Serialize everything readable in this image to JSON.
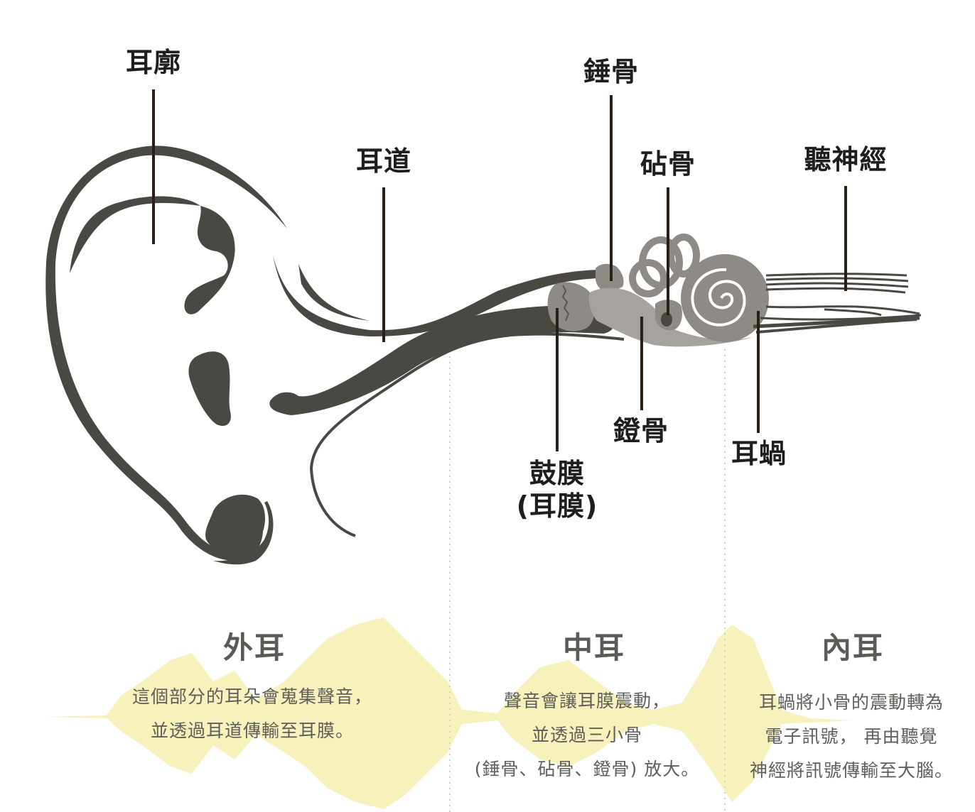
{
  "colors": {
    "ear_dark": "#4a4843",
    "middle_ear_gray": "#8e8a86",
    "middle_ear_light": "#a6a29e",
    "leader_line": "#2a2018",
    "label_text": "#1e1e1e",
    "section_title": "#5a5a56",
    "section_text": "#5e5e5a",
    "waveform": "#f6efb0",
    "divider": "#d0ccc6"
  },
  "labels": {
    "auricle": "耳廓",
    "ear_canal": "耳道",
    "malleus": "錘骨",
    "incus": "砧骨",
    "auditory_nerve": "聽神經",
    "stapes": "鐙骨",
    "cochlea": "耳蝸",
    "tympanum_line1": "鼓膜",
    "tympanum_line2": "(耳膜)"
  },
  "sections": {
    "outer": {
      "title": "外耳",
      "lines": [
        "這個部分的耳朵會蒐集聲音，",
        "並透過耳道傳輸至耳膜。"
      ]
    },
    "middle": {
      "title": "中耳",
      "lines": [
        "聲音會讓耳膜震動，",
        "並透過三小骨",
        "(錘骨、砧骨、鐙骨) 放大。"
      ]
    },
    "inner": {
      "title": "內耳",
      "lines": [
        "耳蝸將小骨的震動轉為",
        "電子訊號， 再由聽覺",
        "神經將訊號傳輸至大腦。"
      ]
    }
  }
}
